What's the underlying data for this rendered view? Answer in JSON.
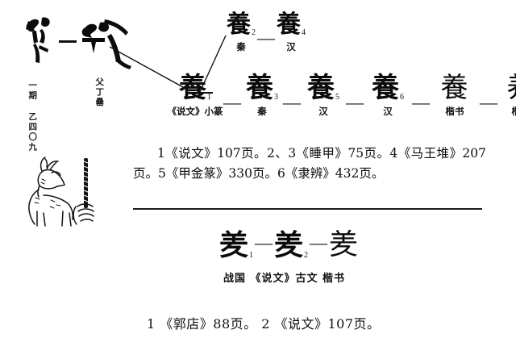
{
  "page": {
    "background_color": "#ffffff",
    "ink_color": "#0e0e0e"
  },
  "oracle_section": {
    "glyph_1": "養",
    "glyph_2": "養",
    "dash": "—",
    "caption_period": "一期 乙四〇九",
    "caption_vessel": "父丁罍"
  },
  "illustration": {
    "name": "goat-and-hand-with-whip",
    "description": "line drawing of a goat with a hand holding a stick"
  },
  "branch_row": {
    "items": [
      {
        "glyph": "養",
        "sup": "2",
        "label": "秦"
      },
      {
        "glyph": "養",
        "sup": "4",
        "label": "汉"
      }
    ],
    "dash": "—"
  },
  "main_row": {
    "dash": "—",
    "items": [
      {
        "glyph": "養",
        "sup": "1",
        "label": "《说文》小篆"
      },
      {
        "glyph": "養",
        "sup": "3",
        "label": "秦"
      },
      {
        "glyph": "養",
        "sup": "5",
        "label": "汉"
      },
      {
        "glyph": "養",
        "sup": "6",
        "label": "汉"
      },
      {
        "glyph": "養",
        "sup": "",
        "label": "楷书"
      },
      {
        "glyph": "养",
        "sup": "",
        "label": "楷书"
      }
    ]
  },
  "references_top": "1《说文》107页。2、3《睡甲》75页。4《马王堆》207页。5《甲金篆》330页。6《隶辨》432页。",
  "bottom_row": {
    "dash": "—",
    "items": [
      {
        "glyph": "羑",
        "sup": "1"
      },
      {
        "glyph": "羑",
        "sup": "2"
      },
      {
        "glyph": "羑",
        "sup": ""
      }
    ],
    "labels": "战国 《说文》古文 楷书"
  },
  "references_bottom": "1 《郭店》88页。 2 《说文》107页。"
}
